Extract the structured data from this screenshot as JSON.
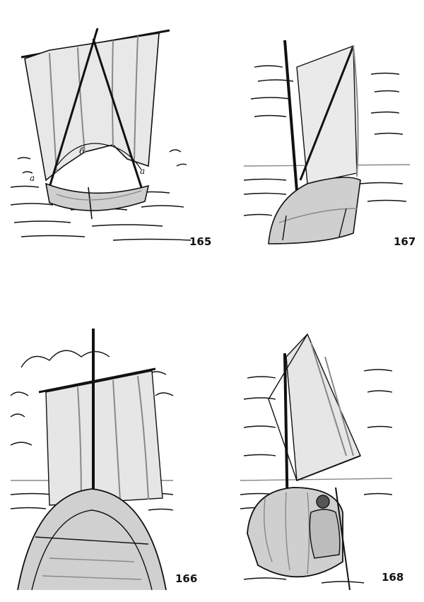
{
  "figures": [
    {
      "number": "165",
      "letters": [
        "a",
        "б",
        "a"
      ]
    },
    {
      "number": "167"
    },
    {
      "number": "166"
    },
    {
      "number": "168"
    }
  ],
  "colors": {
    "ink": "#111111",
    "shade": "#8a8a8a",
    "paper": "#ffffff"
  }
}
